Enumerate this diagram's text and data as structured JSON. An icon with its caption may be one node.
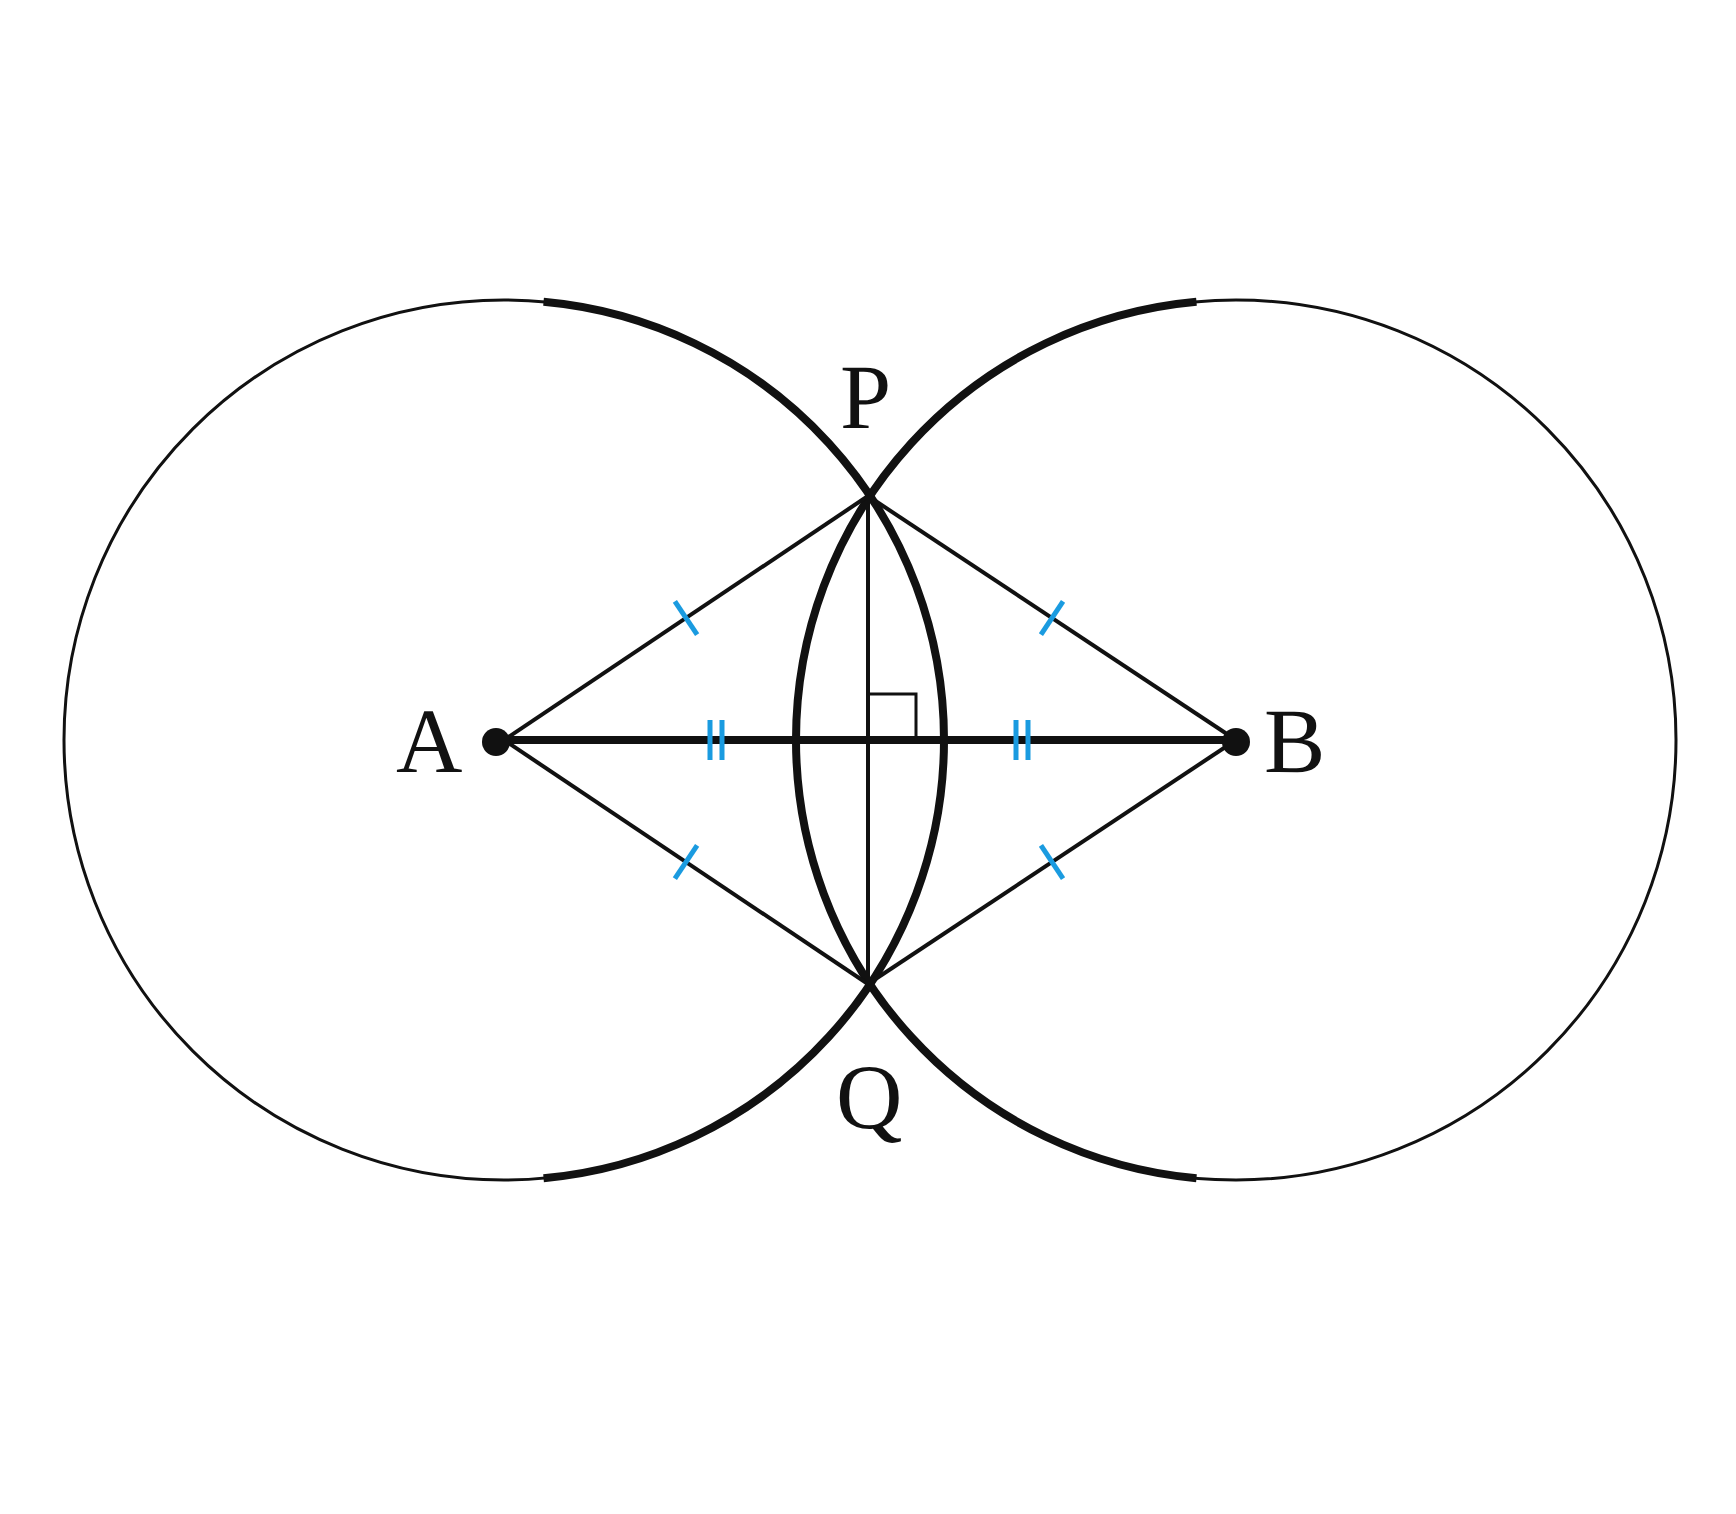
{
  "diagram": {
    "nodes": [
      {
        "text": [
          "A"
        ]
      },
      {
        "text": [
          "B"
        ]
      },
      {
        "text": [
          "P"
        ]
      },
      {
        "text": [
          "Q"
        ]
      }
    ],
    "edges": [
      {
        "from": 0,
        "to": 1,
        "arrow": "none",
        "style": "thick"
      },
      {
        "from": 0,
        "to": 2,
        "arrow": "none"
      },
      {
        "from": 0,
        "to": 3,
        "arrow": "none"
      },
      {
        "from": 1,
        "to": 2,
        "arrow": "none"
      },
      {
        "from": 1,
        "to": 3,
        "arrow": "none"
      },
      {
        "from": 2,
        "to": 3,
        "arrow": "none"
      }
    ]
  }
}
